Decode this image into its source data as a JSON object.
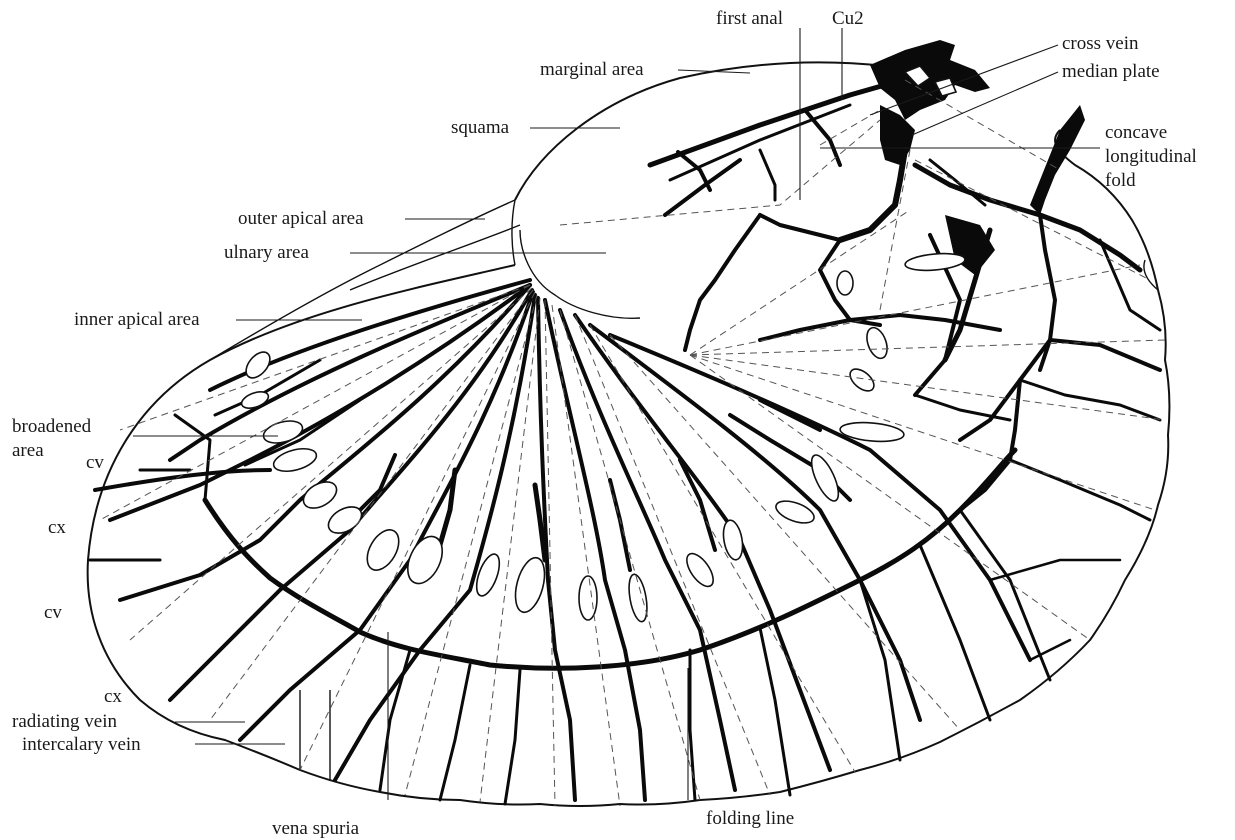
{
  "diagram": {
    "labels": {
      "first_anal": "first anal",
      "cu2": "Cu2",
      "cross_vein": "cross vein",
      "median_plate": "median plate",
      "concave_1": "concave",
      "concave_2": "longitudinal",
      "concave_3": "fold",
      "marginal_area": "marginal area",
      "squama": "squama",
      "outer_apical_area": "outer apical area",
      "ulnary_area": "ulnary area",
      "inner_apical_area": "inner apical area",
      "broadened_1": "broadened",
      "broadened_2": "area",
      "cv_1": "cv",
      "cx_1": "cx",
      "cv_2": "cv",
      "cx_2": "cx",
      "radiating_vein": "radiating vein",
      "intercalary_vein": "intercalary vein",
      "vena_spuria": "vena spuria",
      "folding_line": "folding line"
    }
  }
}
